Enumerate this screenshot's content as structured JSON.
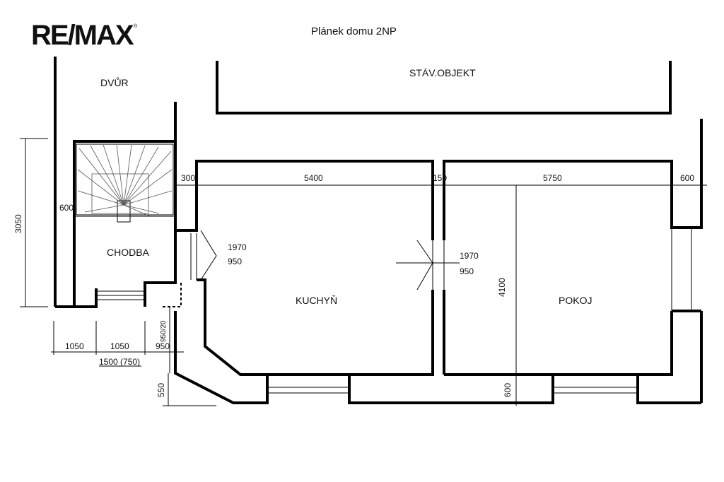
{
  "brand": {
    "logo": "RE/MAX",
    "logo_mark": "®"
  },
  "title": "Plánek domu 2NP",
  "rooms": {
    "yard": "DVŮR",
    "neighbor": "STÁV.OBJEKT",
    "corridor": "CHODBA",
    "kitchen": "KUCHYŇ",
    "room": "POKOJ"
  },
  "dimensions": {
    "d300": "300",
    "d5400": "5400",
    "d150": "150",
    "d5750": "5750",
    "d600_top": "600",
    "d3050": "3050",
    "d600_stair": "600",
    "door1_h": "1970",
    "door1_w": "950",
    "door2_h": "1970",
    "door2_w": "950",
    "d4100": "4100",
    "d1050_a": "1050",
    "d1050_b": "1050",
    "d950": "950",
    "d1500": "1500 (750)",
    "d550": "550",
    "d600_bottom": "600",
    "d_vert_small": "950/20"
  }
}
